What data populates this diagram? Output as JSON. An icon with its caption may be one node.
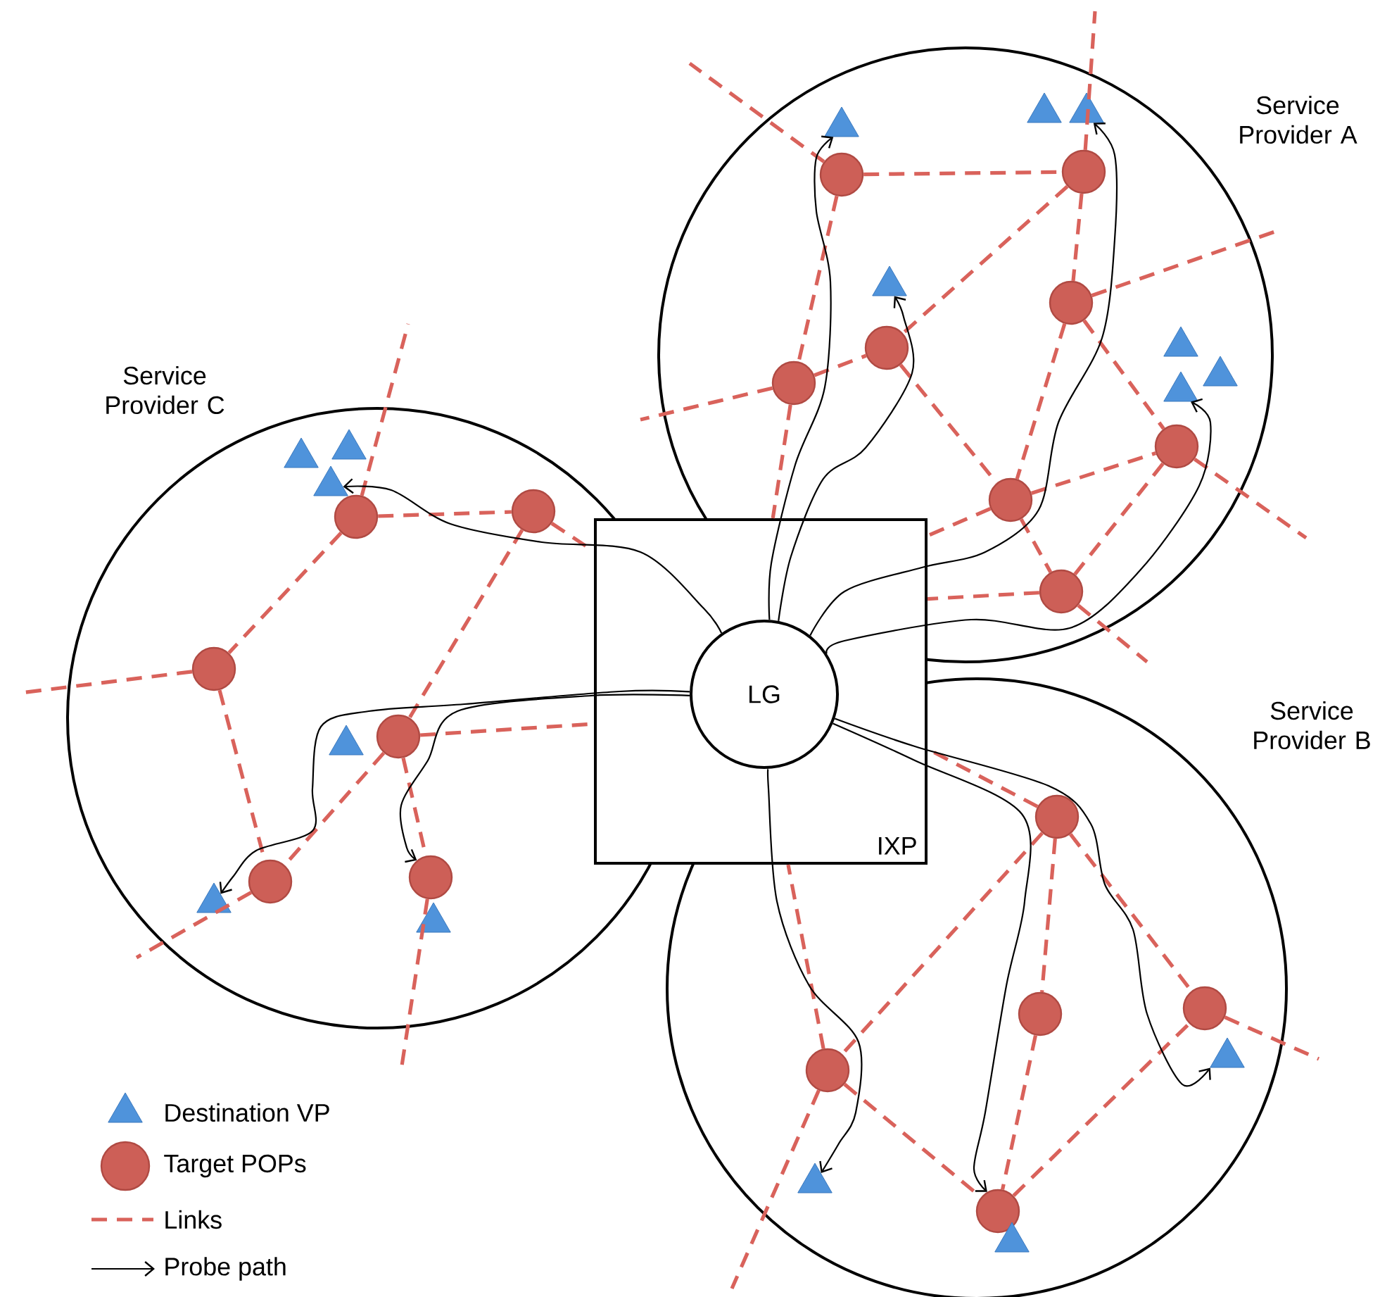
{
  "diagram": {
    "nodes": [
      {
        "text": [
          "Service Provider A"
        ]
      },
      {
        "text": [
          "Service Provider C"
        ]
      },
      {
        "text": [
          "Service Provider B"
        ]
      },
      {
        "text": [
          "IXP"
        ]
      },
      {
        "text": [
          "LG"
        ],
        "in": 3
      },
      {
        "text": [],
        "shape": "circle",
        "in": 0
      },
      {
        "text": [],
        "shape": "circle",
        "in": 0
      },
      {
        "text": [],
        "shape": "circle",
        "in": 0
      },
      {
        "text": [],
        "shape": "circle",
        "in": 0
      },
      {
        "text": [],
        "shape": "circle",
        "in": 0
      },
      {
        "text": [],
        "shape": "circle",
        "in": 0
      },
      {
        "text": [],
        "shape": "circle",
        "in": 0
      },
      {
        "text": [],
        "shape": "circle",
        "in": 0
      },
      {
        "text": [],
        "shape": "triangle",
        "in": 0
      },
      {
        "text": [],
        "shape": "triangle",
        "in": 0
      },
      {
        "text": [],
        "shape": "triangle",
        "in": 0
      },
      {
        "text": [],
        "shape": "triangle",
        "in": 0
      },
      {
        "text": [],
        "shape": "triangle",
        "in": 0
      },
      {
        "text": [],
        "shape": "triangle",
        "in": 0
      },
      {
        "text": [],
        "shape": "triangle",
        "in": 0
      },
      {
        "text": [],
        "shape": "circle",
        "in": 1
      },
      {
        "text": [],
        "shape": "circle",
        "in": 1
      },
      {
        "text": [],
        "shape": "circle",
        "in": 1
      },
      {
        "text": [],
        "shape": "circle",
        "in": 1
      },
      {
        "text": [],
        "shape": "circle",
        "in": 1
      },
      {
        "text": [],
        "shape": "circle",
        "in": 1
      },
      {
        "text": [],
        "shape": "triangle",
        "in": 1
      },
      {
        "text": [],
        "shape": "triangle",
        "in": 1
      },
      {
        "text": [],
        "shape": "triangle",
        "in": 1
      },
      {
        "text": [],
        "shape": "triangle",
        "in": 1
      },
      {
        "text": [],
        "shape": "triangle",
        "in": 1
      },
      {
        "text": [],
        "shape": "triangle",
        "in": 1
      },
      {
        "text": [],
        "shape": "circle",
        "in": 2
      },
      {
        "text": [],
        "shape": "circle",
        "in": 2
      },
      {
        "text": [],
        "shape": "circle",
        "in": 2
      },
      {
        "text": [],
        "shape": "circle",
        "in": 2
      },
      {
        "text": [],
        "shape": "circle",
        "in": 2
      },
      {
        "text": [],
        "shape": "triangle",
        "in": 2
      },
      {
        "text": [],
        "shape": "triangle",
        "in": 2
      },
      {
        "text": [],
        "shape": "triangle",
        "in": 2
      }
    ],
    "edges": [
      {
        "from": 5,
        "to": 6,
        "arrow": "none",
        "style": "dashed"
      },
      {
        "from": 5,
        "to": 9,
        "arrow": "none",
        "style": "dashed"
      },
      {
        "from": 9,
        "to": 3,
        "arrow": "none",
        "style": "dashed"
      },
      {
        "from": 5,
        "to": null,
        "arrow": "none",
        "style": "dashed"
      },
      {
        "from": 6,
        "to": 8,
        "arrow": "none",
        "style": "dashed"
      },
      {
        "from": 6,
        "to": null,
        "arrow": "none",
        "style": "dashed"
      },
      {
        "from": 6,
        "to": 7,
        "arrow": "none",
        "style": "dashed"
      },
      {
        "from": 9,
        "to": 8,
        "arrow": "none",
        "style": "dashed"
      },
      {
        "from": 9,
        "to": null,
        "arrow": "none",
        "style": "dashed"
      },
      {
        "from": 8,
        "to": 11,
        "arrow": "none",
        "style": "dashed"
      },
      {
        "from": 7,
        "to": 11,
        "arrow": "none",
        "style": "dashed"
      },
      {
        "from": 7,
        "to": null,
        "arrow": "none",
        "style": "dashed"
      },
      {
        "from": 7,
        "to": 10,
        "arrow": "none",
        "style": "dashed"
      },
      {
        "from": 10,
        "to": null,
        "arrow": "none",
        "style": "dashed"
      },
      {
        "from": 11,
        "to": 10,
        "arrow": "none",
        "style": "dashed"
      },
      {
        "from": 11,
        "to": 12,
        "arrow": "none",
        "style": "dashed"
      },
      {
        "from": 10,
        "to": 12,
        "arrow": "none",
        "style": "dashed"
      },
      {
        "from": 11,
        "to": 3,
        "arrow": "none",
        "style": "dashed"
      },
      {
        "from": 12,
        "to": 3,
        "arrow": "none",
        "style": "dashed"
      },
      {
        "from": 12,
        "to": null,
        "arrow": "none",
        "style": "dashed"
      },
      {
        "from": 20,
        "to": 21,
        "arrow": "none",
        "style": "dashed"
      },
      {
        "from": 20,
        "to": null,
        "arrow": "none",
        "style": "dashed"
      },
      {
        "from": 20,
        "to": 22,
        "arrow": "none",
        "style": "dashed"
      },
      {
        "from": 21,
        "to": 23,
        "arrow": "none",
        "style": "dashed"
      },
      {
        "from": 21,
        "to": 3,
        "arrow": "none",
        "style": "dashed"
      },
      {
        "from": 22,
        "to": null,
        "arrow": "none",
        "style": "dashed"
      },
      {
        "from": 22,
        "to": 24,
        "arrow": "none",
        "style": "dashed"
      },
      {
        "from": 23,
        "to": 3,
        "arrow": "none",
        "style": "dashed"
      },
      {
        "from": 23,
        "to": 24,
        "arrow": "none",
        "style": "dashed"
      },
      {
        "from": 24,
        "to": null,
        "arrow": "none",
        "style": "dashed"
      },
      {
        "from": 23,
        "to": 25,
        "arrow": "none",
        "style": "dashed"
      },
      {
        "from": 25,
        "to": null,
        "arrow": "none",
        "style": "dashed"
      },
      {
        "from": 32,
        "to": 3,
        "arrow": "none",
        "style": "dashed"
      },
      {
        "from": 32,
        "to": 35,
        "arrow": "none",
        "style": "dashed"
      },
      {
        "from": 32,
        "to": 33,
        "arrow": "none",
        "style": "dashed"
      },
      {
        "from": 32,
        "to": 34,
        "arrow": "none",
        "style": "dashed"
      },
      {
        "from": 35,
        "to": 3,
        "arrow": "none",
        "style": "dashed"
      },
      {
        "from": 35,
        "to": 36,
        "arrow": "none",
        "style": "dashed"
      },
      {
        "from": 35,
        "to": null,
        "arrow": "none",
        "style": "dashed"
      },
      {
        "from": 33,
        "to": 36,
        "arrow": "none",
        "style": "dashed"
      },
      {
        "from": 36,
        "to": 34,
        "arrow": "none",
        "style": "dashed"
      },
      {
        "from": 34,
        "to": null,
        "arrow": "none",
        "style": "dashed"
      },
      {
        "from": 4,
        "to": 15,
        "arrow": "to",
        "color": "#000000"
      },
      {
        "from": 4,
        "to": 16,
        "arrow": "to",
        "color": "#000000"
      },
      {
        "from": 4,
        "to": 14,
        "arrow": "to",
        "color": "#000000"
      },
      {
        "from": 4,
        "to": 19,
        "arrow": "to",
        "color": "#000000"
      },
      {
        "from": 4,
        "to": 28,
        "arrow": "to",
        "color": "#000000"
      },
      {
        "from": 4,
        "to": 30,
        "arrow": "to",
        "color": "#000000"
      },
      {
        "from": 4,
        "to": 25,
        "arrow": "to",
        "color": "#000000"
      },
      {
        "from": 4,
        "to": 38,
        "arrow": "to",
        "color": "#000000"
      },
      {
        "from": 4,
        "to": 36,
        "arrow": "to",
        "color": "#000000"
      },
      {
        "from": 4,
        "to": 37,
        "arrow": "to",
        "color": "#000000"
      }
    ],
    "legend": [
      {
        "text": "Destination VP"
      },
      {
        "text": "Target POPs"
      },
      {
        "text": "Links"
      },
      {
        "text": "Probe path"
      }
    ]
  }
}
